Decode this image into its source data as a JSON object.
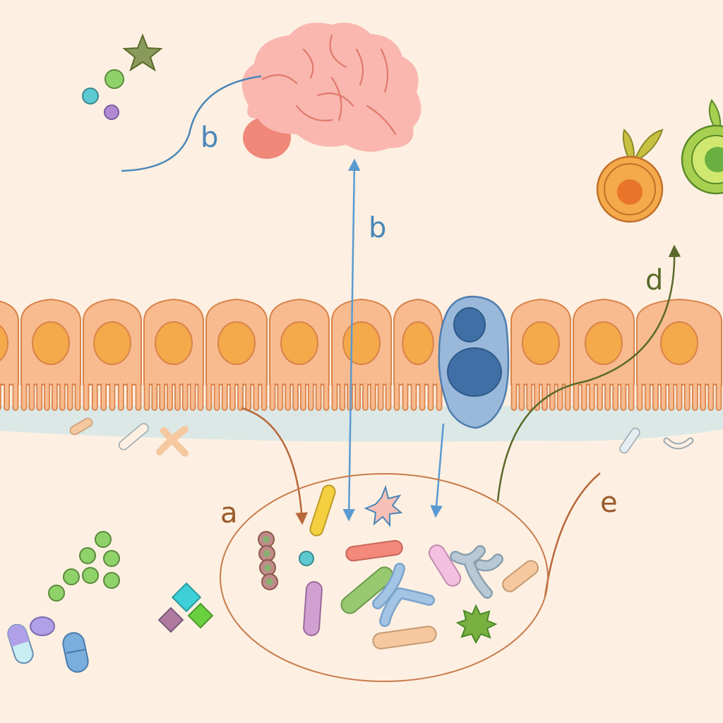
{
  "labels": {
    "a": "a",
    "b_brain": "b",
    "b_axis": "b",
    "d": "d",
    "e": "e"
  },
  "colors": {
    "background": "#fdf0e2",
    "epithelium_fill": "#f8bb8f",
    "epithelium_stroke": "#d9834a",
    "nucleus": "#f4a94a",
    "mucus_layer": "#dbe8e6",
    "enteroendocrine_cell": "#9ab9da",
    "brain": "#f9b7b0",
    "brain_stem": "#ef8878",
    "label_orange": "#9a5a2a",
    "label_blue": "#4a86b8",
    "label_green": "#5a6a2a",
    "arrow_orange": "#b8683a",
    "arrow_blue": "#5a9ad0",
    "arrow_green": "#5a6a2a"
  },
  "icons": [
    "brain-icon",
    "star-icon",
    "fruit-icon",
    "pill-icon",
    "bacteria-icon",
    "enteroendocrine-cell-icon"
  ]
}
